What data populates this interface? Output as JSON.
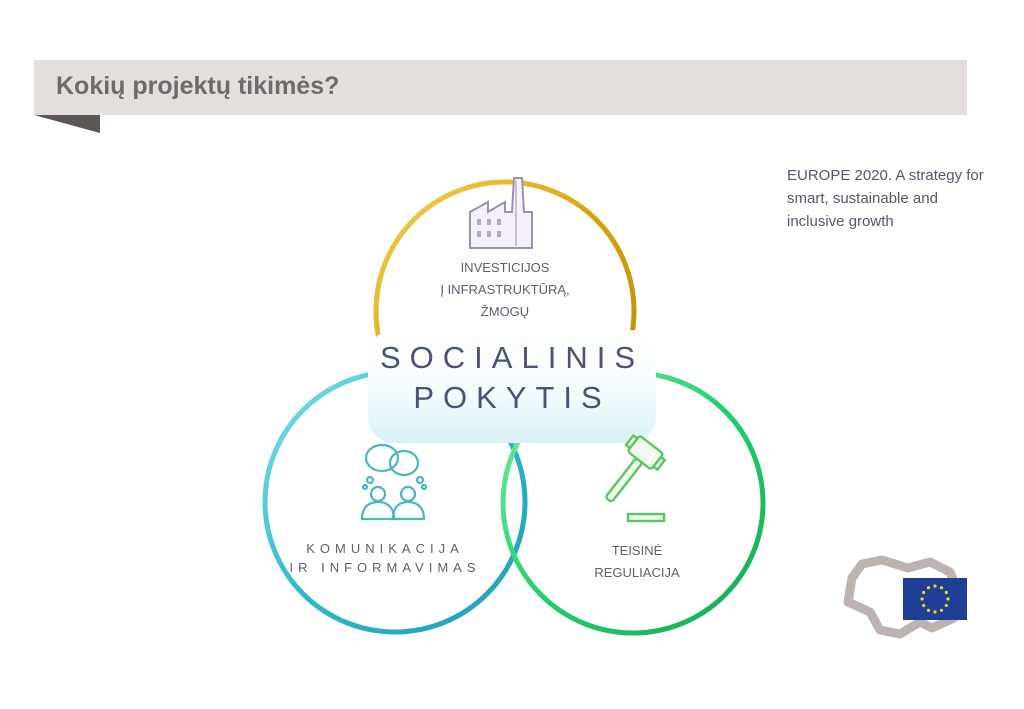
{
  "slide": {
    "title": "Kokių projektų tikimės?",
    "note": "EUROPE 2020. A strategy for smart, sustainable and inclusive growth"
  },
  "diagram": {
    "center": {
      "line1": "SOCIALINIS",
      "line2": "POKYTIS"
    },
    "circles": [
      {
        "id": "top",
        "icon": "factory-icon",
        "color": "#e6b81a",
        "lines": [
          "INVESTICIJOS",
          "Į INFRASTRUKTŪRĄ,",
          "ŽMOGŲ"
        ]
      },
      {
        "id": "left",
        "icon": "people-talking-icon",
        "color": "#36bfd2",
        "lines": [
          "KOMUNIKACIJA",
          "IR INFORMAVIMAS"
        ]
      },
      {
        "id": "right",
        "icon": "gavel-icon",
        "color": "#2fd67a",
        "lines": [
          "TEISINĖ",
          "REGULIACIJA"
        ]
      }
    ]
  },
  "logos": {
    "map": "lithuania-map-icon",
    "flag": "eu-flag-icon",
    "colors": {
      "flag_blue": "#1f3f96",
      "flag_stars": "#f6d51e",
      "map_outline": "#b9b1ae"
    }
  }
}
